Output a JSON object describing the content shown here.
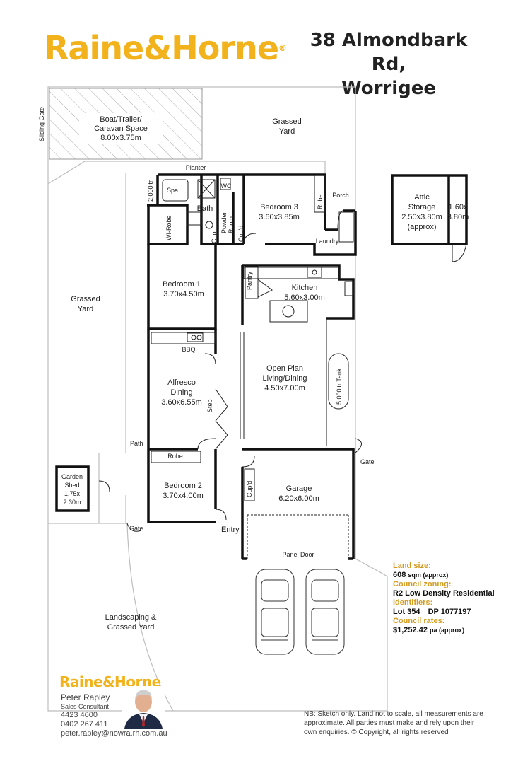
{
  "brand": {
    "logo_text": "Raine&Horne",
    "small_logo_text": "Raine&Horne",
    "color": "#f2b21b"
  },
  "address": {
    "line1": "38 Almondbark Rd,",
    "line2": "Worrigee"
  },
  "plan_labels": {
    "sliding_gate": "Sliding Gate",
    "boat_space_1": "Boat/Trailer/",
    "boat_space_2": "Caravan Space",
    "boat_space_3": "8.00x3.75m",
    "grassed_yard_top_1": "Grassed",
    "grassed_yard_top_2": "Yard",
    "planter": "Planter",
    "tank_2000": "2,000ltr",
    "spa": "Spa",
    "wc": "WC",
    "bath": "Bath",
    "powder_room_1": "Powder",
    "powder_room_2": "Room",
    "cupd_top": "Cup'd",
    "cup": "Cup",
    "wi_robe": "WI-Robe",
    "bedroom3_name": "Bedroom 3",
    "bedroom3_size": "3.60x3.85m",
    "robe_b3": "Robe",
    "porch": "Porch",
    "laundry": "Laundry",
    "attic_1": "Attic",
    "attic_2": "Storage",
    "attic_3": "2.50x3.80m",
    "attic_4": "(approx)",
    "attic_side_1": "1.60x",
    "attic_side_2": "3.80m",
    "grassed_yard_left_1": "Grassed",
    "grassed_yard_left_2": "Yard",
    "bedroom1_name": "Bedroom 1",
    "bedroom1_size": "3.70x4.50m",
    "pantry": "Pantry",
    "kitchen_name": "Kitchen",
    "kitchen_size": "5.60x3.00m",
    "bbq": "BBQ",
    "alfresco_1": "Alfresco",
    "alfresco_2": "Dining",
    "alfresco_3": "3.60x6.55m",
    "step": "Step",
    "living_1": "Open Plan",
    "living_2": "Living/Dining",
    "living_3": "4.50x7.00m",
    "tank_5000": "5,000ltr Tank",
    "path": "Path",
    "robe_b2": "Robe",
    "bedroom2_name": "Bedroom 2",
    "bedroom2_size": "3.70x4.00m",
    "cupd_garage": "Cup'd",
    "garage_name": "Garage",
    "garage_size": "6.20x6.00m",
    "gate_right": "Gate",
    "garden_shed_1": "Garden",
    "garden_shed_2": "Shed",
    "garden_shed_3": "1.75x",
    "garden_shed_4": "2.30m",
    "gate_left": "Gate",
    "entry": "Entry",
    "panel_door": "Panel Door",
    "landscaping_1": "Landscaping &",
    "landscaping_2": "Grassed Yard"
  },
  "property_info": {
    "land_size_label": "Land size:",
    "land_size_value": "608",
    "land_size_unit": "sqm (approx)",
    "zoning_label": "Council zoning:",
    "zoning_value": "R2  Low Density Residential",
    "identifiers_label": "Identifiers:",
    "lot": "Lot 354",
    "dp": "DP  1077197",
    "rates_label": "Council rates:",
    "rates_value": "$1,252.42",
    "rates_unit": "pa (approx)"
  },
  "agent": {
    "name": "Peter Rapley",
    "title": "Sales Consultant",
    "phone1": "4423 4600",
    "phone2": "0402 267 411",
    "email": "peter.rapley@nowra.rh.com.au"
  },
  "disclaimer": {
    "line1": "NB:  Sketch only. Land not to scale, all measurements are",
    "line2": "approximate.  All parties must make and rely upon  their",
    "line3": "own enquiries.  ©  Copyright, all rights reserved"
  }
}
